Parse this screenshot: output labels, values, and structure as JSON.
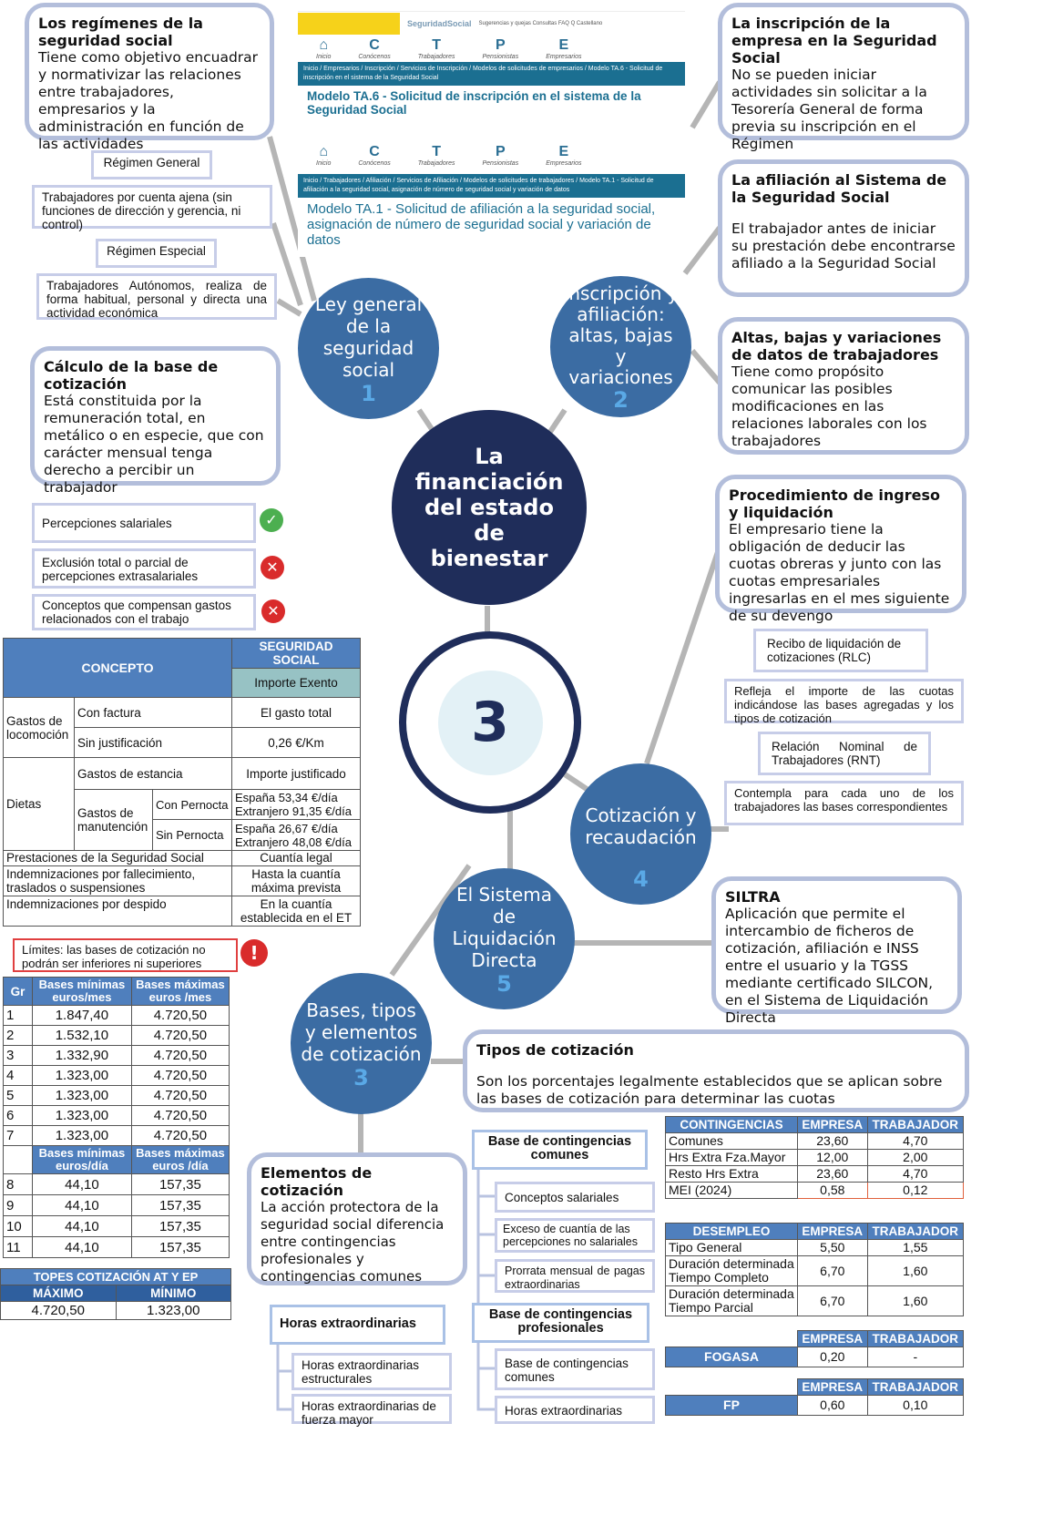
{
  "top_left": {
    "title": "Los regímenes de la seguridad social",
    "text": "Tiene como objetivo encuadrar y normativizar las relaciones entre trabajadores, empresarios y la administración en función de las actividades"
  },
  "regimen_general": {
    "label": "Régimen General",
    "text": "Trabajadores por cuenta ajena (sin funciones de dirección y gerencia, ni control)"
  },
  "regimen_especial": {
    "label": "Régimen Especial",
    "text": "Trabajadores Autónomos, realiza de forma habitual, personal y directa una actividad económica"
  },
  "calculo": {
    "title": "Cálculo de la base de cotización",
    "text": "Está constituida por la remuneración total, en metálico o en especie, que con carácter mensual tenga derecho a percibir un trabajador"
  },
  "percepciones": [
    {
      "label": "Percepciones salariales",
      "icon": "check-icon"
    },
    {
      "label": "Exclusión total o parcial de percepciones  extrasalariales",
      "icon": "x-icon"
    },
    {
      "label": "Conceptos que compensan gastos relacionados con el trabajo",
      "icon": "x-icon"
    }
  ],
  "exentos": {
    "h_concepto": "CONCEPTO",
    "h_ss": "SEGURIDAD SOCIAL",
    "h_importe": "Importe Exento",
    "loc": "Gastos de locomoción",
    "factura": "Con factura",
    "factura_v": "El gasto total",
    "sinjust": "Sin justificación",
    "sinjust_v": "0,26 €/Km",
    "dietas": "Dietas",
    "estancia": "Gastos de estancia",
    "estancia_v": "Importe justificado",
    "manut": "Gastos de manutención",
    "conp": "Con Pernocta",
    "conp_v": "España 53,34 €/día Extranjero 91,35 €/día",
    "sinp": "Sin Pernocta",
    "sinp_v": "España 26,67 €/día Extranjero 48,08 €/día",
    "prest": "Prestaciones de la Seguridad Social",
    "prest_v": "Cuantía legal",
    "indem": "Indemnizaciones por fallecimiento, traslados o suspensiones",
    "indem_v": "Hasta la cuantía máxima prevista",
    "desp": "Indemnizaciones por despido",
    "desp_v": "En la cuantía establecida en el ET"
  },
  "limites": "Límites: las bases de cotización no podrán ser inferiores ni superiores",
  "bases": {
    "h_gr": "Gr",
    "h_min_mes": "Bases mínimas euros/mes",
    "h_max_mes": "Bases máximas euros /mes",
    "h_min_dia": "Bases mínimas euros/día",
    "h_max_dia": "Bases máximas euros /día",
    "mes": [
      [
        "1",
        "1.847,40",
        "4.720,50"
      ],
      [
        "2",
        "1.532,10",
        "4.720,50"
      ],
      [
        "3",
        "1.332,90",
        "4.720,50"
      ],
      [
        "4",
        "1.323,00",
        "4.720,50"
      ],
      [
        "5",
        "1.323,00",
        "4.720,50"
      ],
      [
        "6",
        "1.323,00",
        "4.720,50"
      ],
      [
        "7",
        "1.323,00",
        "4.720,50"
      ]
    ],
    "dia": [
      [
        "8",
        "44,10",
        "157,35"
      ],
      [
        "9",
        "44,10",
        "157,35"
      ],
      [
        "10",
        "44,10",
        "157,35"
      ],
      [
        "11",
        "44,10",
        "157,35"
      ]
    ]
  },
  "topes": {
    "title": "TOPES COTIZACIÓN AT Y EP",
    "max": "MÁXIMO",
    "min": "MÍNIMO",
    "max_v": "4.720,50",
    "min_v": "1.323,00"
  },
  "shot1": {
    "brand": "SeguridadSocial",
    "links": "Sugerencias y quejas   Consultas   FAQ   Q   Castellano",
    "nav": [
      "Inicio",
      "Conócenos",
      "Trabajadores",
      "Pensionistas",
      "Empresarios"
    ],
    "crumb": "Inicio / Empresarios / Inscripción / Servicios de Inscripción / Modelos de solicitudes de empresarios / Modelo TA.6 - Solicitud de inscripción en el sistema de la Seguridad Social",
    "title": "Modelo TA.6 - Solicitud de inscripción en el sistema de la Seguridad Social"
  },
  "shot2": {
    "nav": [
      "Inicio",
      "Conócenos",
      "Trabajadores",
      "Pensionistas",
      "Empresarios"
    ],
    "crumb": "Inicio / Trabajadores / Afiliación / Servicios de Afiliación / Modelos de solicitudes de trabajadores / Modelo TA.1 - Solicitud de afiliación a la seguridad social, asignación de número de seguridad social y variación de datos",
    "title": "Modelo TA.1 - Solicitud de afiliación a la seguridad social, asignación de número de seguridad social y variación de datos"
  },
  "circles": {
    "c1": "Ley general de la seguridad social",
    "n1": "1",
    "c2": "Inscripción y afiliación: altas, bajas y variaciones",
    "n2": "2",
    "center": "La financiación del estado de bienestar",
    "three": "3",
    "c4": "Cotización y recaudación",
    "n4": "4",
    "c5": "El Sistema de Liquidación Directa",
    "n5": "5",
    "c3": "Bases, tipos y elementos de cotización",
    "n3": "3"
  },
  "inscripcion": {
    "title": "La inscripción de la empresa en la Seguridad Social",
    "text": "No se pueden iniciar actividades sin solicitar a la Tesorería General de forma previa su inscripción en el Régimen"
  },
  "afiliacion": {
    "title": "La afiliación al Sistema de la Seguridad Social",
    "text": "El trabajador antes de iniciar su prestación debe encontrarse afiliado a la Seguridad Social"
  },
  "altas": {
    "title": "Altas, bajas y variaciones de datos de trabajadores",
    "text": "Tiene como propósito comunicar las posibles modificaciones en las relaciones laborales con los trabajadores"
  },
  "procedimiento": {
    "title": "Procedimiento de ingreso y liquidación",
    "text": "El empresario tiene la obligación de deducir las cuotas obreras y junto con las cuotas empresariales ingresarlas en el mes siguiente de su devengo"
  },
  "rlc": {
    "label": "Recibo de liquidación de cotizaciones (RLC)",
    "text": "Refleja el importe de las cuotas indicándose las bases agregadas y los tipos de cotización"
  },
  "rnt": {
    "label": "Relación Nominal de Trabajadores (RNT)",
    "text": "Contempla para cada uno de los trabajadores las bases correspondientes"
  },
  "siltra": {
    "title": "SILTRA",
    "text": "Aplicación que permite el intercambio de ficheros de cotización, afiliación e INSS entre el usuario y la TGSS mediante certificado SILCON, en el Sistema de Liquidación Directa"
  },
  "tipos": {
    "title": "Tipos de cotización",
    "text": "Son los porcentajes legalmente establecidos que se aplican sobre las bases de cotización para determinar las cuotas"
  },
  "elementos": {
    "title": "Elementos de cotización",
    "text": "La acción protectora de la seguridad social diferencia entre contingencias profesionales y contingencias comunes"
  },
  "base_comunes": {
    "label": "Base de contingencias comunes",
    "items": [
      "Conceptos salariales",
      "Exceso de cuantía de las percepciones no salariales",
      "Prorrata mensual de pagas extraordinarias"
    ]
  },
  "base_prof": {
    "label": "Base de contingencias profesionales",
    "items": [
      "Base de contingencias comunes",
      "Horas extraordinarias"
    ]
  },
  "horas": {
    "label": "Horas extraordinarias",
    "items": [
      "Horas extraordinarias estructurales",
      "Horas extraordinarias de fuerza mayor"
    ]
  },
  "cont": {
    "h": [
      "CONTINGENCIAS",
      "EMPRESA",
      "TRABAJADOR"
    ],
    "rows": [
      [
        "Comunes",
        "23,60",
        "4,70"
      ],
      [
        "Hrs Extra Fza.Mayor",
        "12,00",
        "2,00"
      ],
      [
        "Resto Hrs Extra",
        "23,60",
        "4,70"
      ],
      [
        "MEI (2024)",
        "0,58",
        "0,12"
      ]
    ]
  },
  "desempleo": {
    "h": [
      "DESEMPLEO",
      "EMPRESA",
      "TRABAJADOR"
    ],
    "rows": [
      [
        "Tipo General",
        "5,50",
        "1,55"
      ],
      [
        "Duración determinada Tiempo Completo",
        "6,70",
        "1,60"
      ],
      [
        "Duración determinada Tiempo Parcial",
        "6,70",
        "1,60"
      ]
    ]
  },
  "fogasa": {
    "h": [
      "",
      "EMPRESA",
      "TRABAJADOR"
    ],
    "rows": [
      [
        "FOGASA",
        "0,20",
        "-"
      ]
    ]
  },
  "fp": {
    "h": [
      "",
      "EMPRESA",
      "TRABAJADOR"
    ],
    "rows": [
      [
        "FP",
        "0,60",
        "0,10"
      ]
    ]
  },
  "colors": {
    "circle": "#3b6ca3",
    "center": "#1f2d5a",
    "header": "#4f7fbd",
    "border": "#b3bedb"
  }
}
